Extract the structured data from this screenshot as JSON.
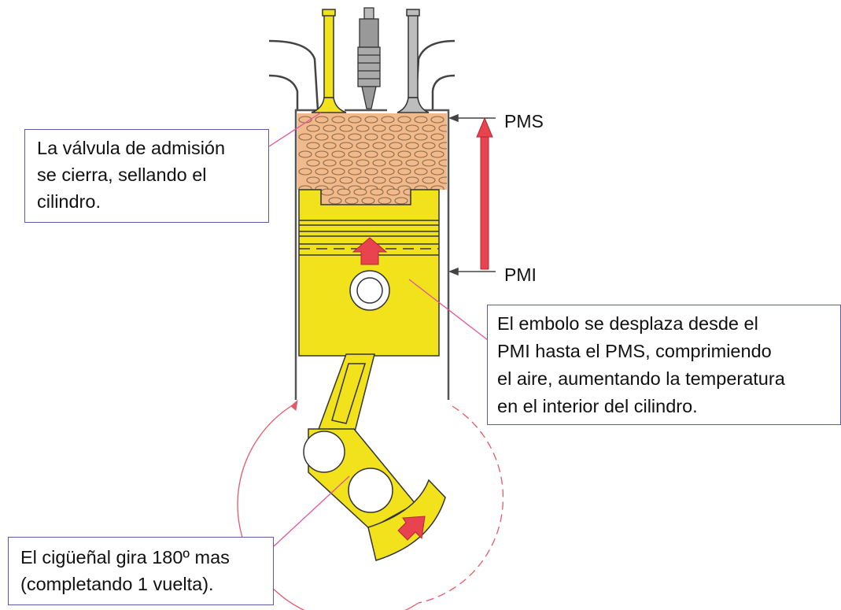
{
  "labels": {
    "pms": "PMS",
    "pmi": "PMI"
  },
  "callouts": {
    "valve": [
      "La válvula de admisión",
      "se cierra, sellando el",
      "cilindro."
    ],
    "piston": [
      "El embolo se desplaza desde el",
      "PMI hasta el PMS, comprimiendo",
      "el aire, aumentando la temperatura",
      "en el interior del cilindro."
    ],
    "crank": [
      "El cigüeñal gira 180º mas",
      "(completando 1 vuelta)."
    ]
  },
  "colors": {
    "yellow": "#f2e21c",
    "air": "#f2b98a",
    "arrow": "#e8434f",
    "leader": "#e0549a",
    "box_border": "#5a5aa8"
  }
}
